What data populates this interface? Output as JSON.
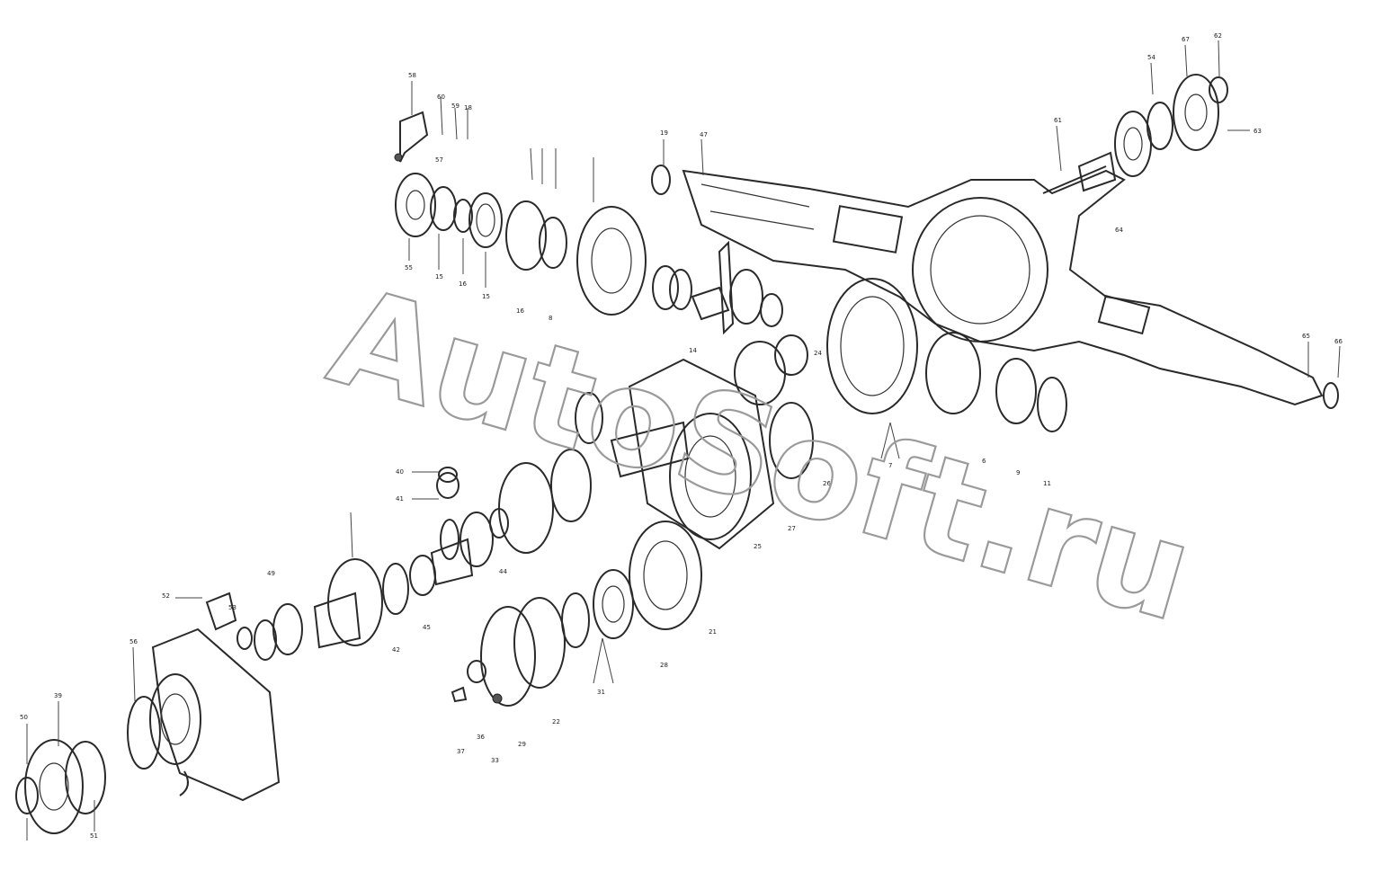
{
  "watermark": {
    "text": "AutoSoft.ru"
  },
  "callouts": [
    {
      "id": "c1",
      "text": "58"
    },
    {
      "id": "c2",
      "text": "60"
    },
    {
      "id": "c3",
      "text": "59"
    },
    {
      "id": "c4",
      "text": "18"
    },
    {
      "id": "c5",
      "text": "57"
    },
    {
      "id": "c6",
      "text": "55"
    },
    {
      "id": "c7",
      "text": "15"
    },
    {
      "id": "c8",
      "text": "16"
    },
    {
      "id": "c9",
      "text": "15"
    },
    {
      "id": "c10",
      "text": "16"
    },
    {
      "id": "c11",
      "text": "8"
    },
    {
      "id": "c12",
      "text": "19"
    },
    {
      "id": "c13",
      "text": "47"
    },
    {
      "id": "c14",
      "text": "61"
    },
    {
      "id": "c15",
      "text": "54"
    },
    {
      "id": "c16",
      "text": "67"
    },
    {
      "id": "c17",
      "text": "62"
    },
    {
      "id": "c18",
      "text": "63"
    },
    {
      "id": "c19",
      "text": "64"
    },
    {
      "id": "c20",
      "text": "65"
    },
    {
      "id": "c21",
      "text": "66"
    },
    {
      "id": "c22",
      "text": "7"
    },
    {
      "id": "c23",
      "text": "6"
    },
    {
      "id": "c24",
      "text": "9"
    },
    {
      "id": "c25",
      "text": "11"
    },
    {
      "id": "c26",
      "text": "14"
    },
    {
      "id": "c27",
      "text": "24"
    },
    {
      "id": "c28",
      "text": "26"
    },
    {
      "id": "c29",
      "text": "25"
    },
    {
      "id": "c30",
      "text": "27"
    },
    {
      "id": "c31",
      "text": "21"
    },
    {
      "id": "c32",
      "text": "28"
    },
    {
      "id": "c33",
      "text": "22"
    },
    {
      "id": "c34",
      "text": "31"
    },
    {
      "id": "c35",
      "text": "29"
    },
    {
      "id": "c36",
      "text": "33"
    },
    {
      "id": "c37",
      "text": "37"
    },
    {
      "id": "c38",
      "text": "36"
    },
    {
      "id": "c39",
      "text": "40"
    },
    {
      "id": "c40",
      "text": "41"
    },
    {
      "id": "c41",
      "text": "42"
    },
    {
      "id": "c42",
      "text": "44"
    },
    {
      "id": "c43",
      "text": "45"
    },
    {
      "id": "c44",
      "text": "49"
    },
    {
      "id": "c45",
      "text": "50"
    },
    {
      "id": "c46",
      "text": "52"
    },
    {
      "id": "c47",
      "text": "53"
    },
    {
      "id": "c48",
      "text": "56"
    },
    {
      "id": "c49",
      "text": "39"
    },
    {
      "id": "c50",
      "text": "51"
    }
  ]
}
